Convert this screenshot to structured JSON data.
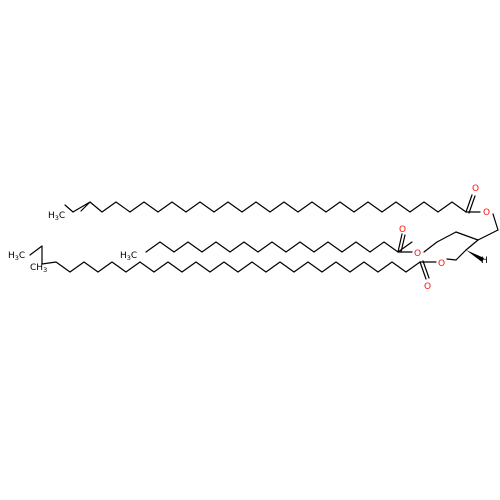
{
  "molecule": {
    "colors": {
      "bond": "#000000",
      "oxygen": "#ff0d0d"
    },
    "labels": {
      "oxygen": "O",
      "hydrogen": "H",
      "methyl_h3": "H",
      "methyl_c": "C",
      "methyl_sub": "3",
      "ch": "CH"
    },
    "chains": [
      {
        "name": "top-ester-chain",
        "branch": "methyl",
        "terminal": "H3C"
      },
      {
        "name": "middle-ester-chain",
        "branch": "none",
        "terminal": "H3C"
      },
      {
        "name": "bottom-ester-chain",
        "branch": "methyl",
        "terminal": "H3C"
      }
    ]
  }
}
